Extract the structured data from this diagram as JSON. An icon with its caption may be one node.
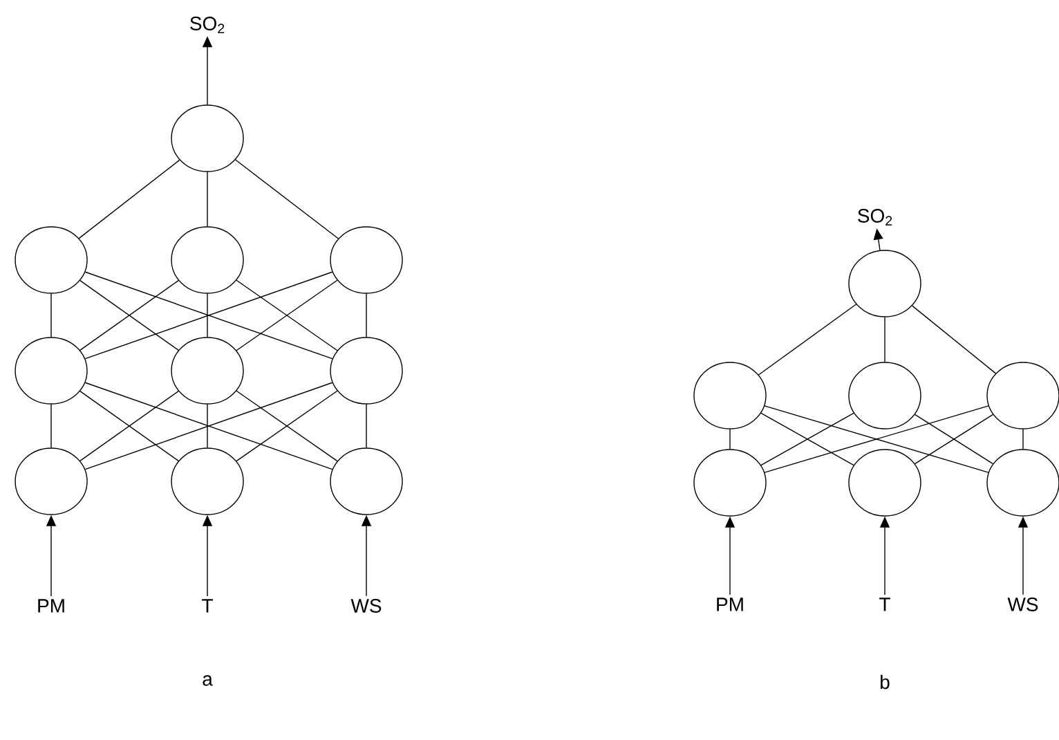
{
  "diagram": {
    "nodes": [
      {
        "text": [
          "SO$_{2}$"
        ]
      },
      {
        "text": [],
        "shape": "circle"
      },
      {
        "text": [],
        "shape": "circle"
      },
      {
        "text": [],
        "shape": "circle"
      },
      {
        "text": [],
        "shape": "circle"
      },
      {
        "text": [],
        "shape": "circle"
      },
      {
        "text": [],
        "shape": "circle"
      },
      {
        "text": [],
        "shape": "circle"
      },
      {
        "text": [],
        "shape": "circle"
      },
      {
        "text": [],
        "shape": "circle"
      },
      {
        "text": [],
        "shape": "circle"
      },
      {
        "text": [
          "PM"
        ]
      },
      {
        "text": [
          "T"
        ]
      },
      {
        "text": [
          "WS"
        ]
      },
      {
        "text": [
          "SO$_{2}$"
        ]
      },
      {
        "text": [],
        "shape": "circle"
      },
      {
        "text": [],
        "shape": "circle"
      },
      {
        "text": [],
        "shape": "circle"
      },
      {
        "text": [],
        "shape": "circle"
      },
      {
        "text": [],
        "shape": "circle"
      },
      {
        "text": [],
        "shape": "circle"
      },
      {
        "text": [],
        "shape": "circle"
      },
      {
        "text": [
          "PM"
        ]
      },
      {
        "text": [
          "T"
        ]
      },
      {
        "text": [
          "WS"
        ]
      }
    ],
    "edges": [
      {
        "from": 11,
        "to": 8,
        "arrow": "to"
      },
      {
        "from": 12,
        "to": 9,
        "arrow": "to"
      },
      {
        "from": 13,
        "to": 10,
        "arrow": "to"
      },
      {
        "from": 8,
        "to": 5,
        "arrow": "none"
      },
      {
        "from": 8,
        "to": 6,
        "arrow": "none"
      },
      {
        "from": 8,
        "to": 7,
        "arrow": "none"
      },
      {
        "from": 9,
        "to": 5,
        "arrow": "none"
      },
      {
        "from": 9,
        "to": 6,
        "arrow": "none"
      },
      {
        "from": 9,
        "to": 7,
        "arrow": "none"
      },
      {
        "from": 10,
        "to": 5,
        "arrow": "none"
      },
      {
        "from": 10,
        "to": 6,
        "arrow": "none"
      },
      {
        "from": 10,
        "to": 7,
        "arrow": "none"
      },
      {
        "from": 5,
        "to": 2,
        "arrow": "none"
      },
      {
        "from": 5,
        "to": 3,
        "arrow": "none"
      },
      {
        "from": 5,
        "to": 4,
        "arrow": "none"
      },
      {
        "from": 6,
        "to": 2,
        "arrow": "none"
      },
      {
        "from": 6,
        "to": 3,
        "arrow": "none"
      },
      {
        "from": 6,
        "to": 4,
        "arrow": "none"
      },
      {
        "from": 7,
        "to": 2,
        "arrow": "none"
      },
      {
        "from": 7,
        "to": 3,
        "arrow": "none"
      },
      {
        "from": 7,
        "to": 4,
        "arrow": "none"
      },
      {
        "from": 2,
        "to": 1,
        "arrow": "none"
      },
      {
        "from": 3,
        "to": 1,
        "arrow": "none"
      },
      {
        "from": 4,
        "to": 1,
        "arrow": "none"
      },
      {
        "from": 1,
        "to": 0,
        "arrow": "to"
      },
      {
        "from": 22,
        "to": 19,
        "arrow": "to"
      },
      {
        "from": 23,
        "to": 20,
        "arrow": "to"
      },
      {
        "from": 24,
        "to": 21,
        "arrow": "to"
      },
      {
        "from": 19,
        "to": 16,
        "arrow": "none"
      },
      {
        "from": 19,
        "to": 17,
        "arrow": "none"
      },
      {
        "from": 19,
        "to": 18,
        "arrow": "none"
      },
      {
        "from": 20,
        "to": 16,
        "arrow": "none"
      },
      {
        "from": 20,
        "to": 18,
        "arrow": "none"
      },
      {
        "from": 21,
        "to": 16,
        "arrow": "none"
      },
      {
        "from": 21,
        "to": 17,
        "arrow": "none"
      },
      {
        "from": 21,
        "to": 18,
        "arrow": "none"
      },
      {
        "from": 16,
        "to": 15,
        "arrow": "none"
      },
      {
        "from": 17,
        "to": 15,
        "arrow": "none"
      },
      {
        "from": 18,
        "to": 15,
        "arrow": "none"
      },
      {
        "from": 15,
        "to": 14,
        "arrow": "to"
      }
    ],
    "labels": [
      "a",
      "b"
    ]
  }
}
